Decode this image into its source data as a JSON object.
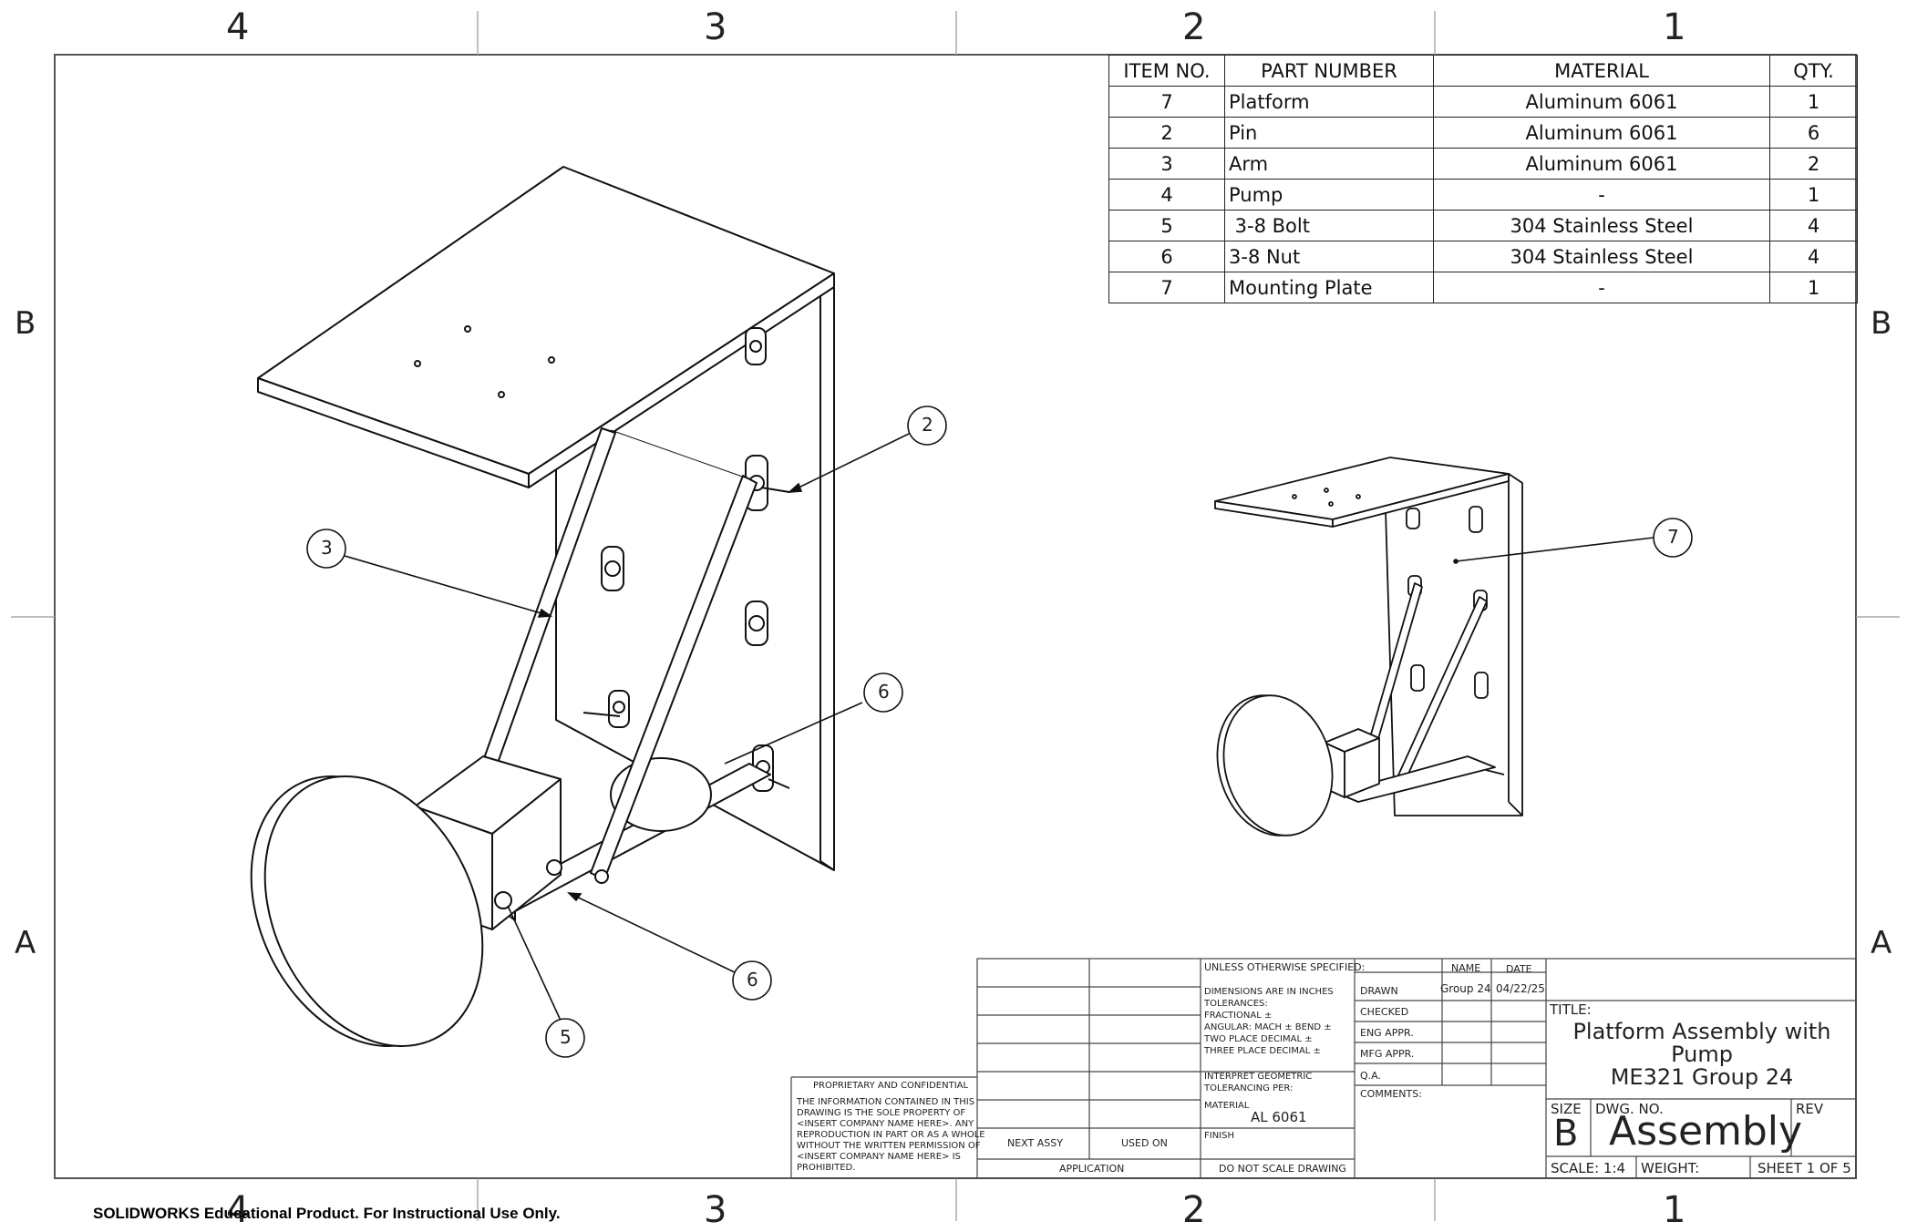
{
  "zones": {
    "top": [
      "4",
      "3",
      "2",
      "1"
    ],
    "bottom": [
      "4",
      "3",
      "2",
      "1"
    ],
    "left": [
      "B",
      "A"
    ],
    "right": [
      "B",
      "A"
    ]
  },
  "bom": {
    "headers": [
      "ITEM NO.",
      "PART NUMBER",
      "MATERIAL",
      "QTY."
    ],
    "rows": [
      [
        "7",
        "Platform",
        "Aluminum 6061",
        "1"
      ],
      [
        "2",
        "Pin",
        "Aluminum 6061",
        "6"
      ],
      [
        "3",
        "Arm",
        "Aluminum 6061",
        "2"
      ],
      [
        "4",
        "Pump",
        "-",
        "1"
      ],
      [
        "5",
        " 3-8 Bolt",
        "304 Stainless Steel",
        "4"
      ],
      [
        "6",
        "3-8 Nut",
        "304 Stainless Steel",
        "4"
      ],
      [
        "7",
        "Mounting Plate",
        "-",
        "1"
      ]
    ]
  },
  "balloons": {
    "b2": "2",
    "b3": "3",
    "b6a": "6",
    "b6b": "6",
    "b5": "5",
    "b7": "7"
  },
  "title_block": {
    "unless": "UNLESS OTHERWISE SPECIFIED:",
    "name": "NAME",
    "date": "DATE",
    "drawn": "DRAWN",
    "drawn_name": "Group 24",
    "drawn_date": "04/22/25",
    "checked": "CHECKED",
    "eng_appr": "ENG APPR.",
    "mfg_appr": "MFG APPR.",
    "qa": "Q.A.",
    "comments": "COMMENTS:",
    "dim1": "DIMENSIONS ARE IN INCHES",
    "dim2": "TOLERANCES:",
    "dim3": "FRACTIONAL ±",
    "dim4": "ANGULAR: MACH ±    BEND ±",
    "dim5": "TWO PLACE DECIMAL    ±",
    "dim6": "THREE PLACE DECIMAL  ±",
    "interp1": "INTERPRET GEOMETRIC",
    "interp2": "TOLERANCING PER:",
    "material_label": "MATERIAL",
    "material_value": "AL 6061",
    "finish": "FINISH",
    "next_assy": "NEXT ASSY",
    "used_on": "USED ON",
    "application": "APPLICATION",
    "do_not_scale": "DO NOT SCALE DRAWING",
    "title_label": "TITLE:",
    "title_line1": "Platform Assembly with",
    "title_line2": "Pump",
    "title_line3": "ME321 Group 24",
    "size_label": "SIZE",
    "size_value": "B",
    "dwg_label": "DWG.  NO.",
    "dwg_value": "Assembly",
    "rev_label": "REV",
    "scale": "SCALE: 1:4",
    "weight": "WEIGHT:",
    "sheet": "SHEET 1 OF 5",
    "prop_title": "PROPRIETARY AND CONFIDENTIAL",
    "prop_lines": [
      "THE INFORMATION CONTAINED IN THIS",
      "DRAWING IS THE SOLE PROPERTY OF",
      "<INSERT COMPANY NAME HERE>.  ANY",
      "REPRODUCTION IN PART OR AS A WHOLE",
      "WITHOUT THE WRITTEN PERMISSION OF",
      "<INSERT COMPANY NAME HERE> IS",
      "PROHIBITED."
    ]
  },
  "watermark": "SOLIDWORKS Educational Product. For Instructional Use Only."
}
